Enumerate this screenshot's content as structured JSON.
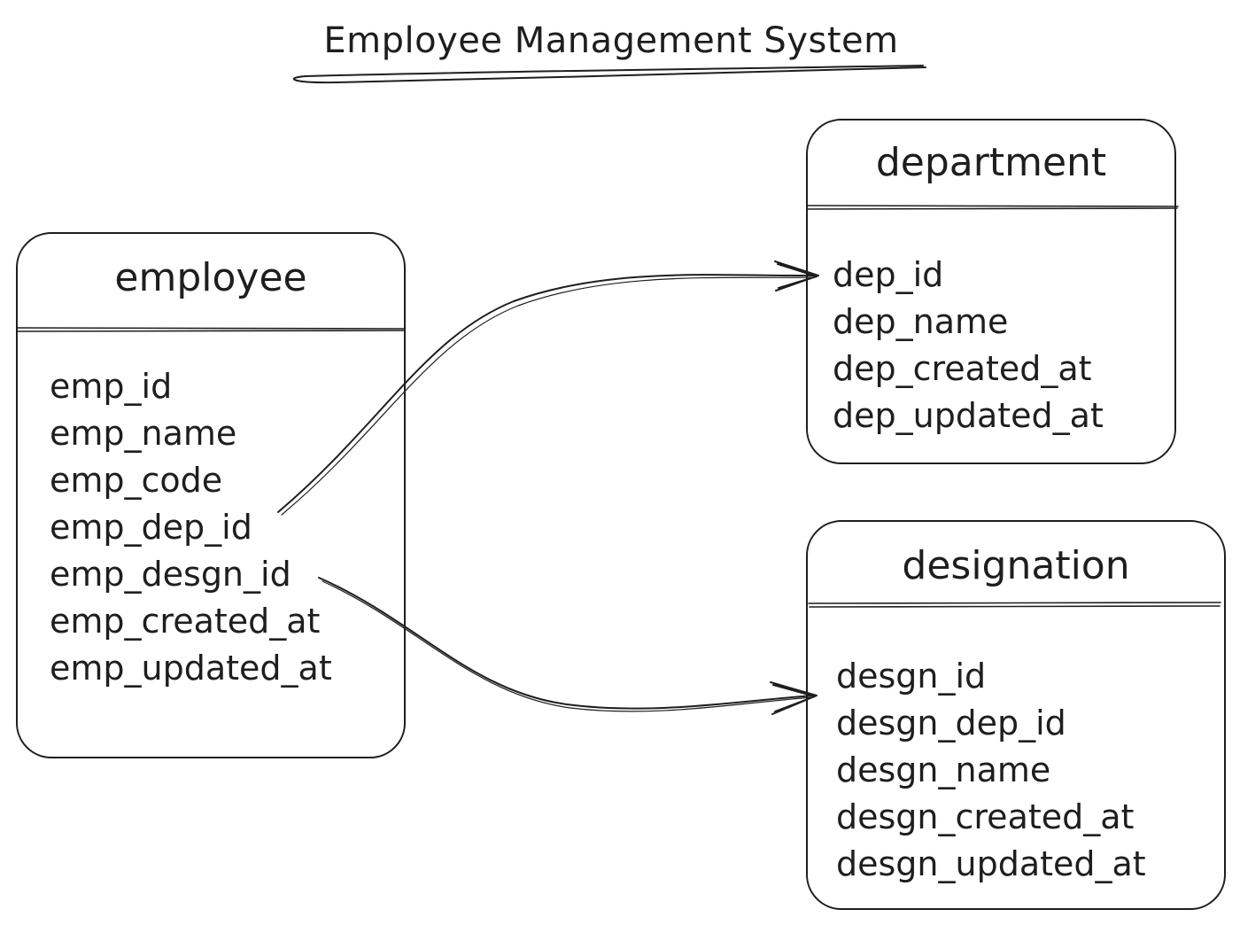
{
  "title": "Employee Management System",
  "entities": {
    "employee": {
      "name": "employee",
      "fields": [
        "emp_id",
        "emp_name",
        "emp_code",
        "emp_dep_id",
        "emp_desgn_id",
        "emp_created_at",
        "emp_updated_at"
      ]
    },
    "department": {
      "name": "department",
      "fields": [
        "dep_id",
        "dep_name",
        "dep_created_at",
        "dep_updated_at"
      ]
    },
    "designation": {
      "name": "designation",
      "fields": [
        "desgn_id",
        "desgn_dep_id",
        "desgn_name",
        "desgn_created_at",
        "desgn_updated_at"
      ]
    }
  },
  "relations": [
    {
      "from": "emp_dep_id",
      "to": "dep_id"
    },
    {
      "from": "emp_desgn_id",
      "to": "desgn_id"
    }
  ],
  "colors": {
    "stroke": "#1e1e1e",
    "background": "#ffffff"
  }
}
